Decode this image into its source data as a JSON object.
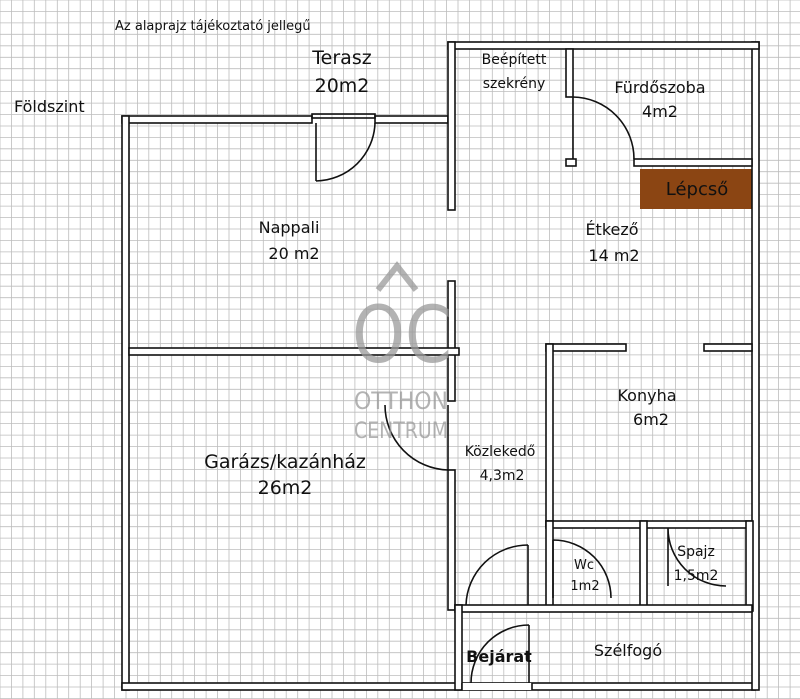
{
  "note": "Az alaprajz tájékoztató jellegű",
  "floor_label": "Földszint",
  "colors": {
    "grid": "#bdbdbd",
    "wall": "#111111",
    "stairs": "#8b4513",
    "watermark": "#9a9a9a"
  },
  "watermark": {
    "logo_letters": "OC",
    "line1": "OTTHON",
    "line2": "CENTRUM",
    "icon": "house-roof-icon"
  },
  "rooms": {
    "terrace": {
      "name": "Terasz",
      "area": "20m2"
    },
    "living": {
      "name": "Nappali",
      "area": "20 m2"
    },
    "garage": {
      "name": "Garázs/kazánház",
      "area": "26m2"
    },
    "wardrobe": {
      "line1": "Beépített",
      "line2": "szekrény"
    },
    "bathroom": {
      "name": "Fürdőszoba",
      "area": "4m2"
    },
    "stairs": {
      "name": "Lépcső"
    },
    "dining": {
      "name": "Étkező",
      "area": "14 m2"
    },
    "kitchen": {
      "name": "Konyha",
      "area": "6m2"
    },
    "corridor": {
      "name": "Közlekedő",
      "area": "4,3m2"
    },
    "wc": {
      "name": "Wc",
      "area": "1m2"
    },
    "pantry": {
      "name": "Spajz",
      "area": "1,5m2"
    },
    "entrance": {
      "name": "Bejárat"
    },
    "vestibule": {
      "name": "Szélfogó"
    }
  }
}
